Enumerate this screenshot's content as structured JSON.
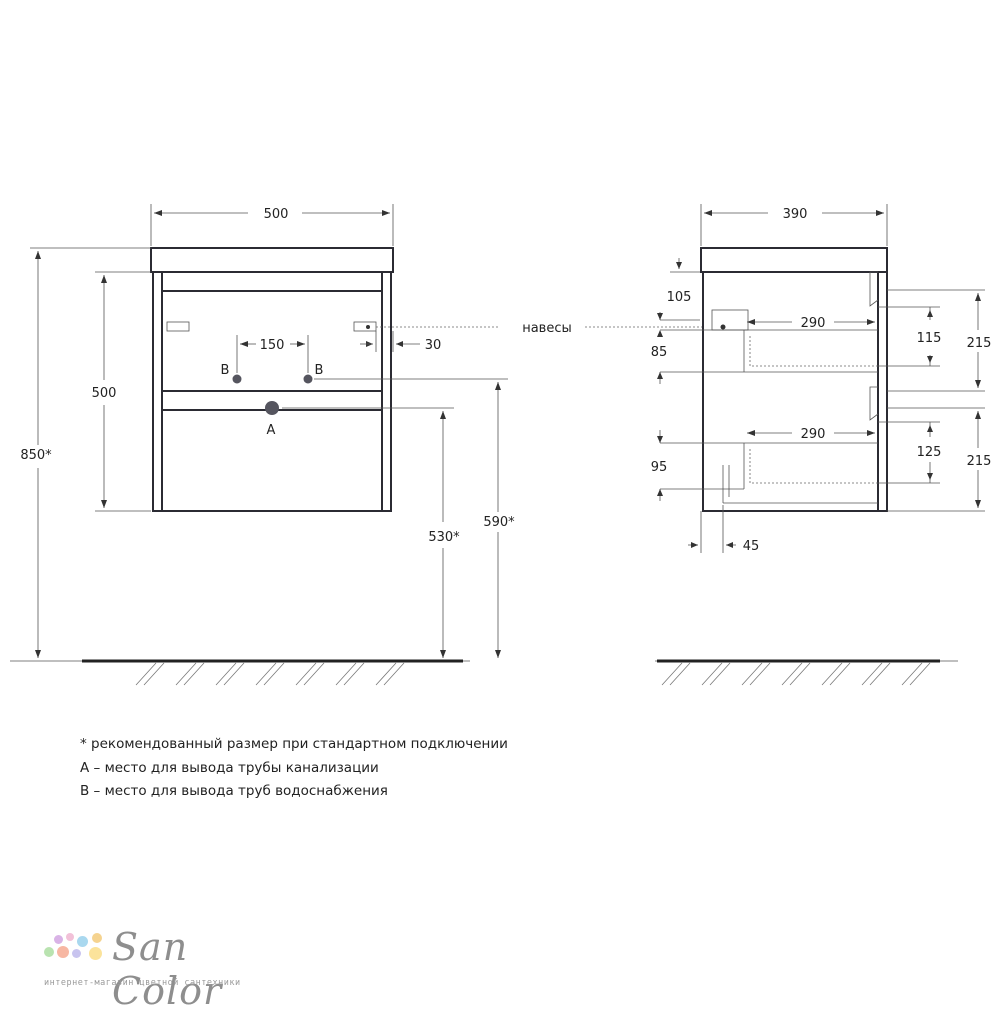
{
  "front_view": {
    "width": "500",
    "body_height": "500",
    "total_height": "850*",
    "supply_spacing": "150",
    "hinge_offset": "30",
    "supply_label_left": "B",
    "supply_label_right": "B",
    "drain_label": "A",
    "drain_height": "530*",
    "supply_height": "590*"
  },
  "side_view": {
    "depth": "390",
    "upper_offset": "105",
    "upper_gap": "85",
    "upper_drawer_depth": "290",
    "upper_drawer_height": "115",
    "upper_drawer_total": "215",
    "lower_drawer_depth": "290",
    "lower_drawer_height": "125",
    "lower_drawer_total": "215",
    "lower_gap": "95",
    "toe_offset": "45"
  },
  "hinges_label": "навесы",
  "notes": [
    "* рекомендованный размер при стандартном подключении",
    "A – место для вывода трубы канализации",
    "B – место для вывода труб водоснабжения"
  ],
  "logo": {
    "name": "San Color",
    "tagline": "интернет-магазин цветной сантехники",
    "dot_colors": [
      "#d9b3e6",
      "#f2c1d8",
      "#a9d8ef",
      "#f5d38f",
      "#b9e3b0",
      "#f7b7a3",
      "#c8c4ef",
      "#fbe39b"
    ]
  }
}
